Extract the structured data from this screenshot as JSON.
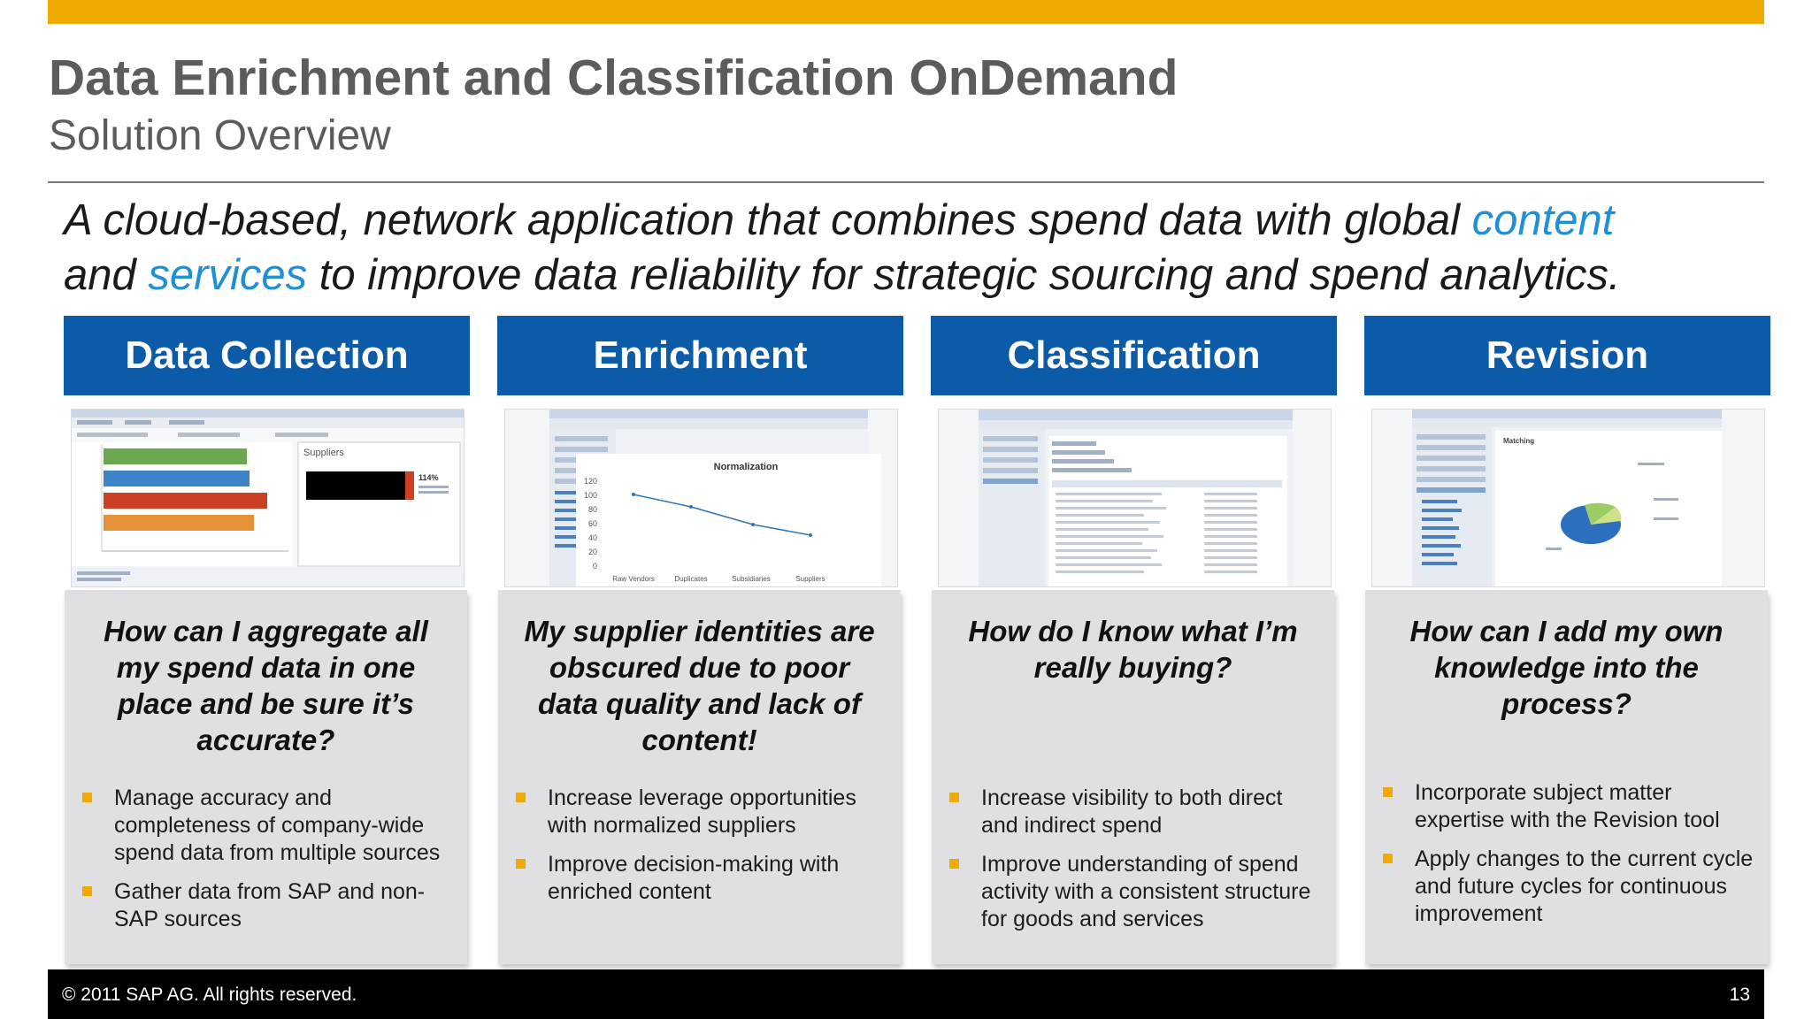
{
  "header": {
    "title": "Data Enrichment and Classification OnDemand",
    "subtitle": "Solution Overview"
  },
  "tagline": {
    "line1_a": "A cloud-based, network application that combines spend data with global ",
    "line1_hl": "content",
    "line2_a": "and ",
    "line2_hl": "services",
    "line2_b": " to improve data reliability for strategic sourcing and spend analytics."
  },
  "colors": {
    "accent": "#F0AB00",
    "header_blue": "#0b5ba8",
    "highlight_blue": "#1f8fd6",
    "card_gray": "#e0e0e2"
  },
  "columns": [
    {
      "header": "Data Collection",
      "question": "How can I aggregate all my spend data in one place and be sure it’s accurate?",
      "bullets": [
        "Manage accuracy and completeness of company-wide spend data from multiple sources",
        "Gather data from SAP and non-SAP sources"
      ]
    },
    {
      "header": "Enrichment",
      "question": "My supplier identities are obscured due to poor data quality and lack of content!",
      "bullets": [
        "Increase leverage opportunities with normalized suppliers",
        "Improve decision-making with enriched content"
      ]
    },
    {
      "header": "Classification",
      "question": "How do I know what I’m really buying?",
      "bullets": [
        "Increase visibility to both direct and indirect spend",
        "Improve understanding of spend activity with a consistent structure for goods and services"
      ]
    },
    {
      "header": "Revision",
      "question": "How can I add my own knowledge into the process?",
      "bullets": [
        "Incorporate subject matter expertise with the Revision tool",
        "Apply changes to  the current cycle and future cycles for continuous improvement"
      ]
    }
  ],
  "screenshots": {
    "collection": {
      "panel_title": "Suppliers",
      "percent": "114%"
    },
    "enrichment": {
      "chart_title": "Normalization",
      "y_ticks": [
        "120",
        "100",
        "80",
        "60",
        "40",
        "20",
        "0"
      ],
      "x_labels": [
        "Raw Vendors",
        "Duplicates",
        "Subsidiaries",
        "Suppliers"
      ]
    },
    "revision": {
      "panel_title": "Matching"
    }
  },
  "footer": {
    "copyright": "© 2011 SAP AG. All rights reserved.",
    "page_number": "13"
  }
}
